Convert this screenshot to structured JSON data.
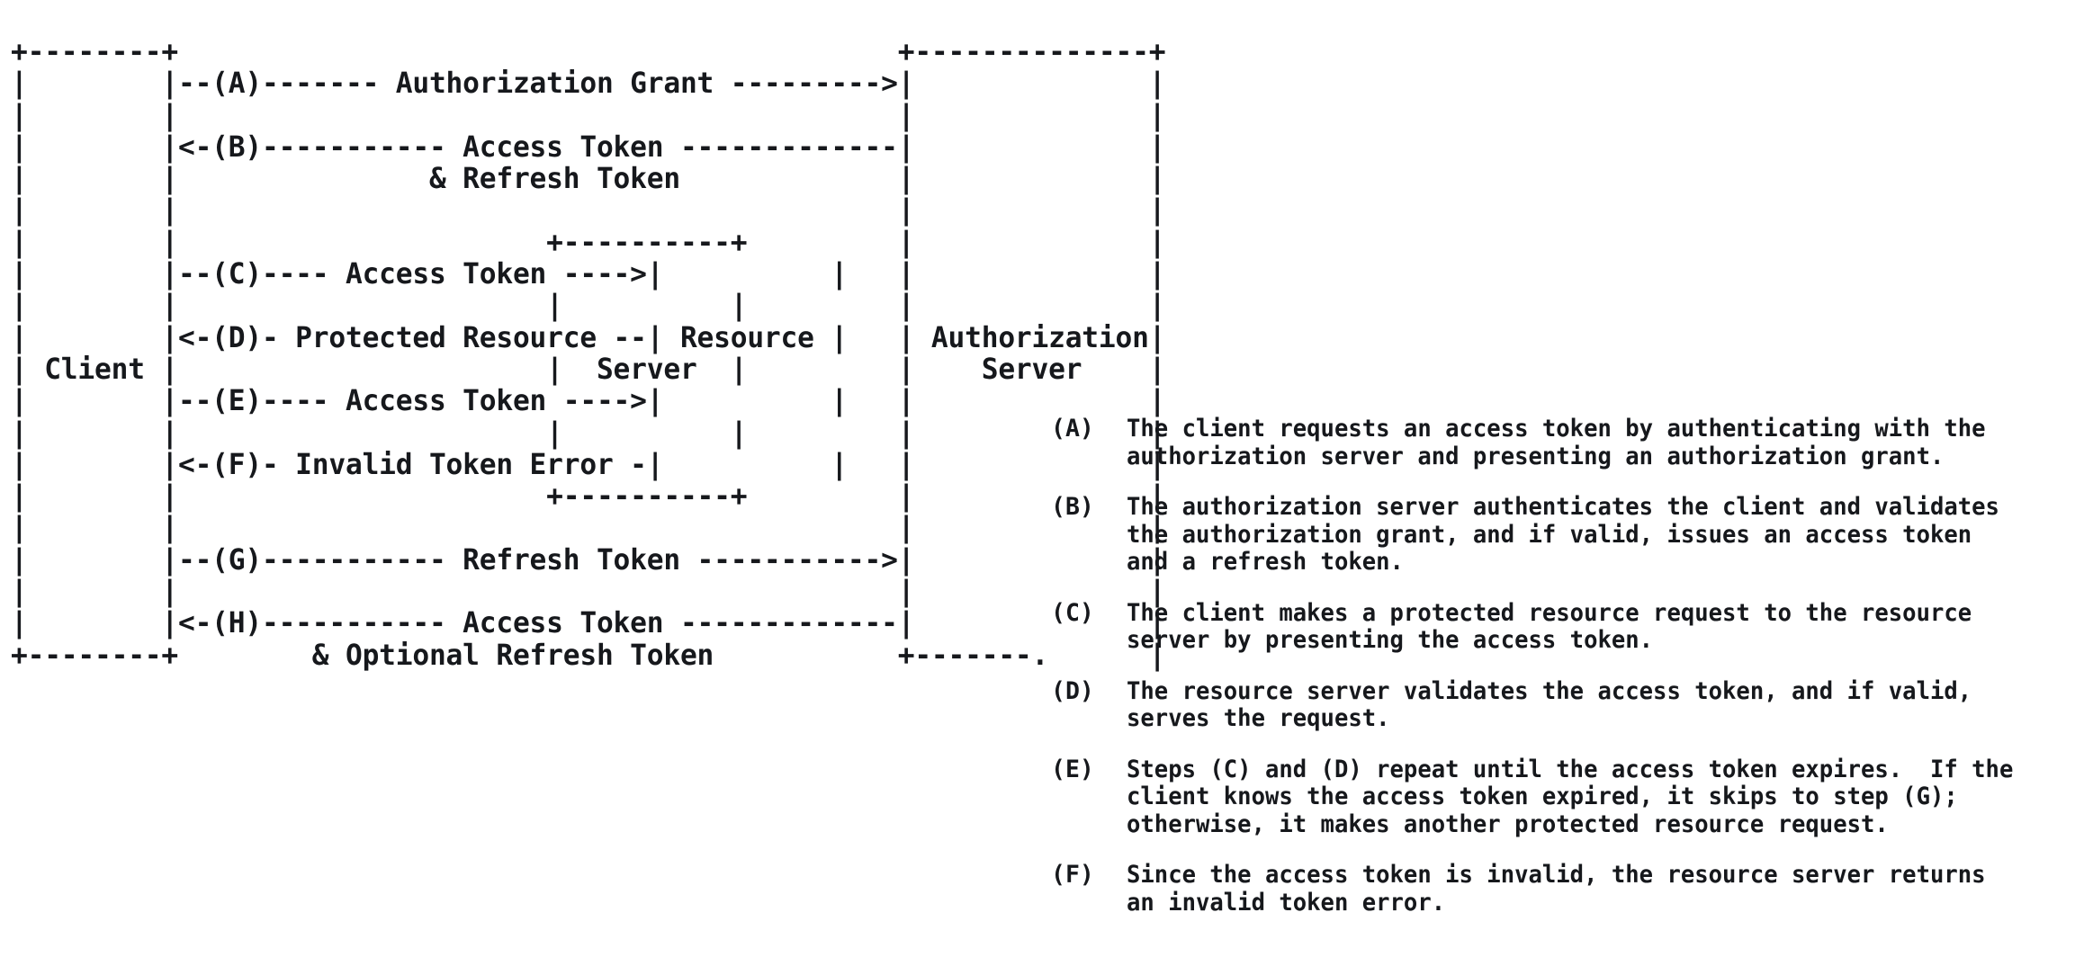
{
  "figure": {
    "kind": "ascii-art-diagram",
    "subject": "OAuth 2.0 Abstract Protocol Flow (refresh token flow)",
    "background_color": "#ffffff",
    "text_color": "#16181c"
  },
  "diagram": {
    "boxes": [
      {
        "name": "client",
        "label": "Client"
      },
      {
        "name": "resource-server",
        "label_line1": "Resource",
        "label_line2": "Server"
      },
      {
        "name": "authorization-server",
        "label_line1": "Authorization",
        "label_line2": "Server"
      }
    ],
    "messages": [
      {
        "id": "A",
        "label": "Authorization Grant",
        "direction": "right",
        "peer": "authorization-server"
      },
      {
        "id": "B",
        "label": "Access Token",
        "sublabel": "& Refresh Token",
        "direction": "left",
        "peer": "authorization-server"
      },
      {
        "id": "C",
        "label": "Access Token",
        "direction": "right",
        "peer": "resource-server"
      },
      {
        "id": "D",
        "label": "Protected Resource",
        "direction": "left",
        "peer": "resource-server"
      },
      {
        "id": "E",
        "label": "Access Token",
        "direction": "right",
        "peer": "resource-server"
      },
      {
        "id": "F",
        "label": "Invalid Token Error",
        "direction": "left",
        "peer": "resource-server"
      },
      {
        "id": "G",
        "label": "Refresh Token",
        "direction": "right",
        "peer": "authorization-server"
      },
      {
        "id": "H",
        "label": "Access Token",
        "sublabel": "& Optional Refresh Token",
        "direction": "left",
        "peer": "authorization-server"
      }
    ],
    "ascii": "+--------+                               +---------------+\n|        |--(A)------- Authorization Grant --------->|               |\n|        |                                           |               |\n|        |<-(B)----------- Access Token -------------|               |\n|        |               & Refresh Token             |               |\n|        |                                           |               |\n|        |                      +---------+          |               |\n|        |--(C)---- Access Token ---->|         |    |               |\n|        |                      |         |          |               |\n|        |<-(D)- Protected Resource --|         |    | Authorization |\n| Client |                      | Resource|          |     Server    |\n|        |--(E)---- Access Token ---->| Server  |    |               |\n|        |                      |         |          |               |\n|        |<-(F)- Invalid Token Error -|         |    |               |\n|        |                      +---------+          |               |\n|        |                                           |               |\n|        |--(G)----------- Refresh Token ----------->|               |\n|        |                                           |               |\n|        |<-(H)----------- Access Token -------------|               |\n+--------+        & Optional Refresh Token           +-------.       |"
  },
  "ascii_lines": [
    "+--------+                                           +--------------+",
    "|        |--(A)------- Authorization Grant --------->|              |",
    "|        |                                           |              |",
    "|        |<-(B)----------- Access Token -------------|              |",
    "|        |               & Refresh Token             |              |",
    "|        |                                           |              |",
    "|        |                      +----------+         |              |",
    "|        |--(C)---- Access Token ---->|          |   |              |",
    "|        |                      |          |         |              |",
    "|        |<-(D)- Protected Resource --| Resource |   | Authorization|",
    "| Client |                      |  Server  |         |    Server    |",
    "|        |--(E)---- Access Token ---->|          |   |              |",
    "|        |                      |          |         |              |",
    "|        |<-(F)- Invalid Token Error -|          |   |              |",
    "|        |                      +----------+         |              |",
    "|        |                                           |              |",
    "|        |--(G)----------- Refresh Token ----------->|              |",
    "|        |                                           |              |",
    "|        |<-(H)----------- Access Token -------------|              |",
    "+--------+        & Optional Refresh Token           +-------.      |"
  ],
  "steps": [
    {
      "id": "A",
      "label": "(A)",
      "lines": [
        "The client requests an access token by authenticating with the",
        "authorization server and presenting an authorization grant."
      ]
    },
    {
      "id": "B",
      "label": "(B)",
      "lines": [
        "The authorization server authenticates the client and validates",
        "the authorization grant, and if valid, issues an access token",
        "and a refresh token."
      ]
    },
    {
      "id": "C",
      "label": "(C)",
      "lines": [
        "The client makes a protected resource request to the resource",
        "server by presenting the access token."
      ]
    },
    {
      "id": "D",
      "label": "(D)",
      "lines": [
        "The resource server validates the access token, and if valid,",
        "serves the request."
      ]
    },
    {
      "id": "E",
      "label": "(E)",
      "lines": [
        "Steps (C) and (D) repeat until the access token expires.  If the",
        "client knows the access token expired, it skips to step (G);",
        "otherwise, it makes another protected resource request."
      ]
    },
    {
      "id": "F",
      "label": "(F)",
      "lines": [
        "Since the access token is invalid, the resource server returns",
        "an invalid token error."
      ]
    }
  ]
}
